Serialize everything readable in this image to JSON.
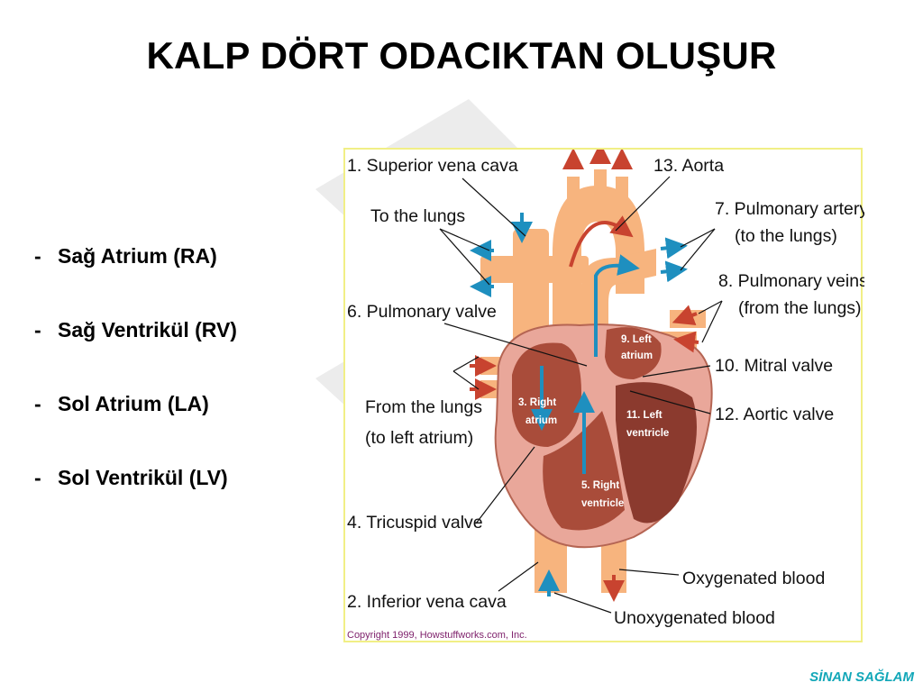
{
  "slide": {
    "title": "KALP DÖRT ODACIKTAN OLUŞUR",
    "bullets": [
      {
        "dash": "-",
        "text": "Sağ Atrium (RA)"
      },
      {
        "dash": "-",
        "text": "Sağ Ventrikül (RV)"
      },
      {
        "dash": "-",
        "text": "Sol Atrium (LA)"
      },
      {
        "dash": "-",
        "text": "Sol Ventrikül (LV)"
      }
    ],
    "signature": "SİNAN SAĞLAM"
  },
  "figure": {
    "labels": {
      "superior_vena_cava": "1. Superior vena cava",
      "aorta": "13. Aorta",
      "to_the_lungs": "To the lungs",
      "pulmonary_artery_1": "7. Pulmonary artery",
      "pulmonary_artery_2": "(to the lungs)",
      "pulmonary_veins_1": "8. Pulmonary veins",
      "pulmonary_veins_2": "(from the lungs)",
      "pulmonary_valve": "6. Pulmonary valve",
      "mitral_valve": "10. Mitral valve",
      "from_the_lungs_1": "From the lungs",
      "from_the_lungs_2": "(to left atrium)",
      "aortic_valve": "12. Aortic valve",
      "tricuspid_valve": "4. Tricuspid valve",
      "inferior_vena_cava": "2. Inferior vena cava",
      "oxygenated_blood": "Oxygenated blood",
      "unoxygenated_blood": "Unoxygenated blood",
      "copyright": "Copyright 1999, Howstuffworks.com, Inc."
    },
    "chambers": {
      "left_atrium_1": "9. Left",
      "left_atrium_2": "atrium",
      "right_atrium_1": "3. Right",
      "right_atrium_2": "atrium",
      "left_ventricle_1": "11. Left",
      "left_ventricle_2": "ventricle",
      "right_ventricle_1": "5. Right",
      "right_ventricle_2": "ventricle"
    },
    "colors": {
      "border": "#f1ef86",
      "vessel": "#f7b47e",
      "oxygenated": "#c8432f",
      "unoxygenated": "#1e8fbf",
      "muscle": "#8b3a2e"
    }
  }
}
